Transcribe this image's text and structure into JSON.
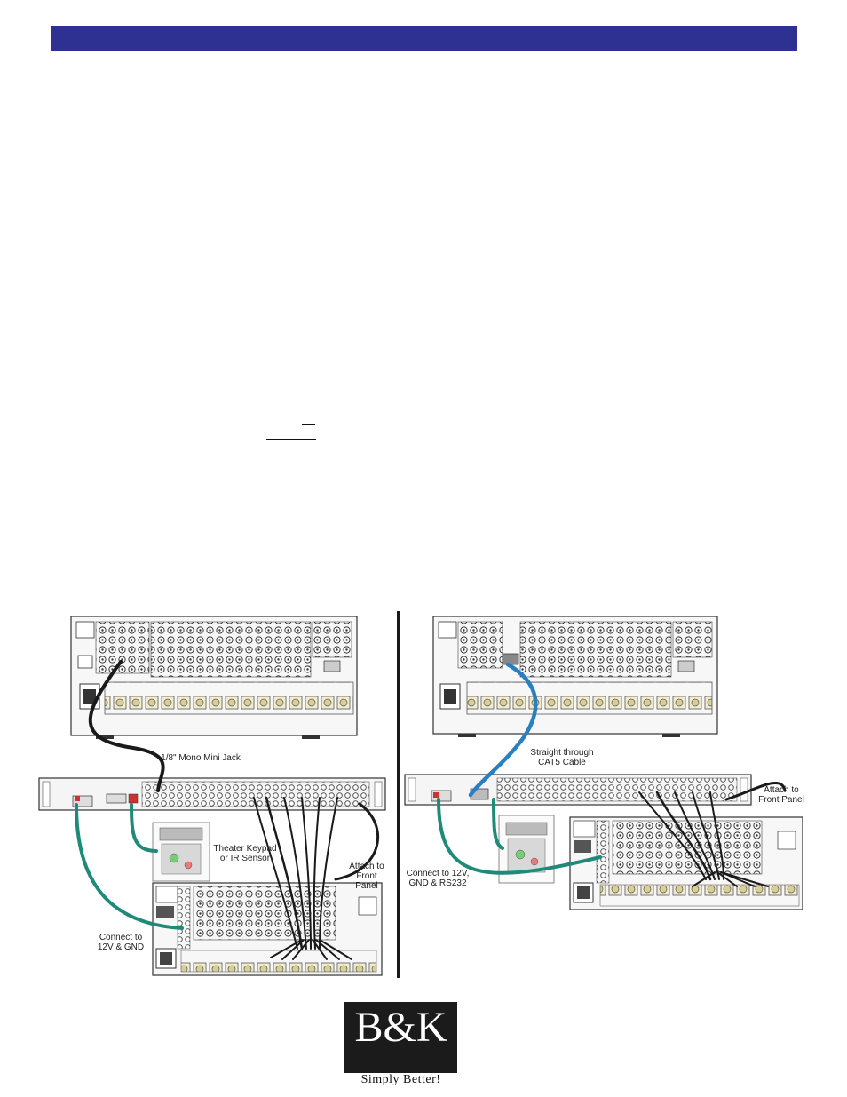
{
  "labels": {
    "mini_jack": "1/8\" Mono Mini Jack",
    "keypad": "Theater Keypad or IR Sensor",
    "attach_left": "Attach to Front Panel",
    "connect_left": "Connect to 12V & GND",
    "cat5": "Straight through CAT5 Cable",
    "attach_right": "Attach to Front Panel",
    "connect_right": "Connect to 12V, GND & RS232"
  },
  "logo": {
    "mark": "B&K",
    "tagline": "Simply Better!"
  },
  "colors": {
    "header": "#2e3192",
    "green_wire": "#1f8a78",
    "blue_wire": "#2a7fc1",
    "black_wire": "#1a1a1a"
  }
}
